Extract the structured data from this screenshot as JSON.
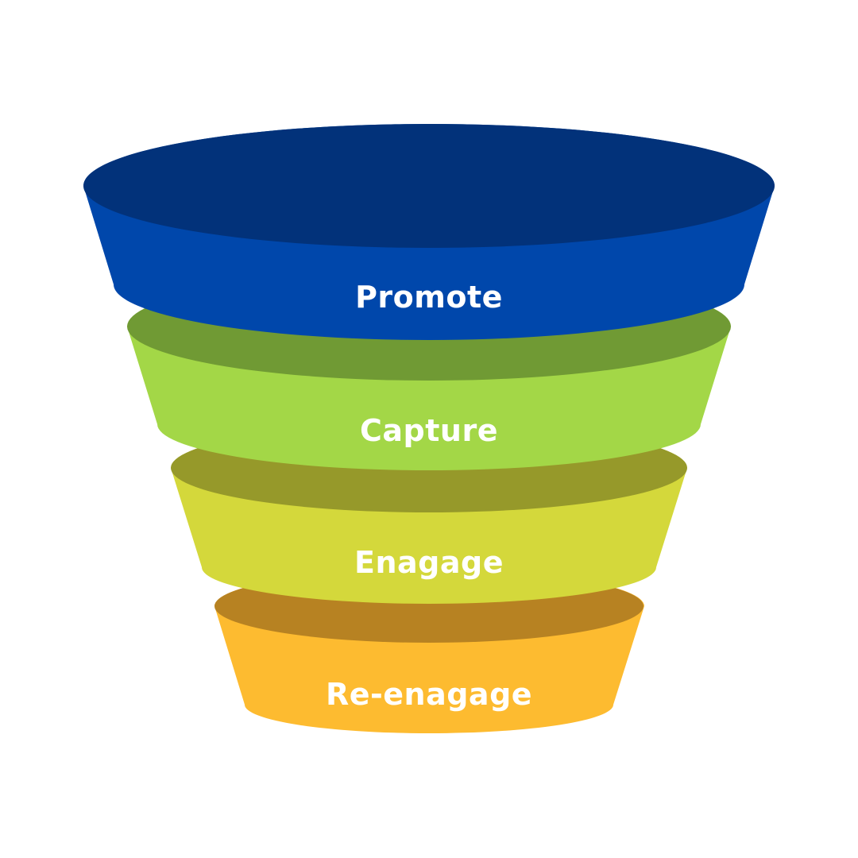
{
  "funnel": {
    "stages": [
      {
        "label": "Promote",
        "body_color": "#0047ab",
        "top_color": "#02327a"
      },
      {
        "label": "Capture",
        "body_color": "#a3d747",
        "top_color": "#709a34"
      },
      {
        "label": "Enagage",
        "body_color": "#d4d83b",
        "top_color": "#96992a"
      },
      {
        "label": "Re-enagage",
        "body_color": "#fdbb30",
        "top_color": "#b78222"
      }
    ]
  }
}
